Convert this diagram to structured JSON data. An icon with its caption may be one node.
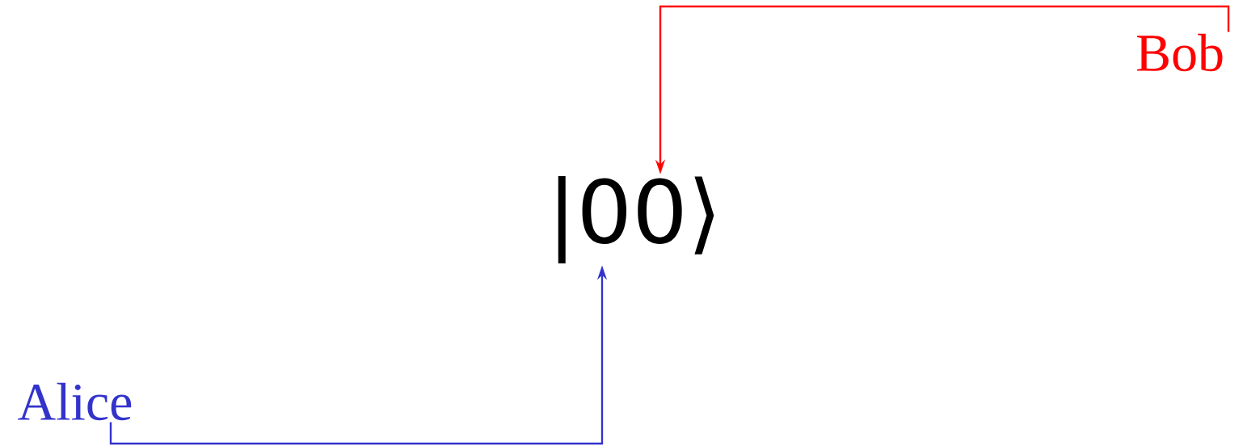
{
  "diagram": {
    "nodes": [
      {
        "text": [
          "|00⟩"
        ]
      },
      {
        "text": [
          "Alice"
        ]
      },
      {
        "text": [
          "Bob"
        ]
      }
    ],
    "edges": [
      {
        "from": 1,
        "to": 0,
        "arrow": "to",
        "color": "#3333cc"
      },
      {
        "from": 2,
        "to": 0,
        "arrow": "to",
        "color": "#ff0000"
      }
    ]
  }
}
